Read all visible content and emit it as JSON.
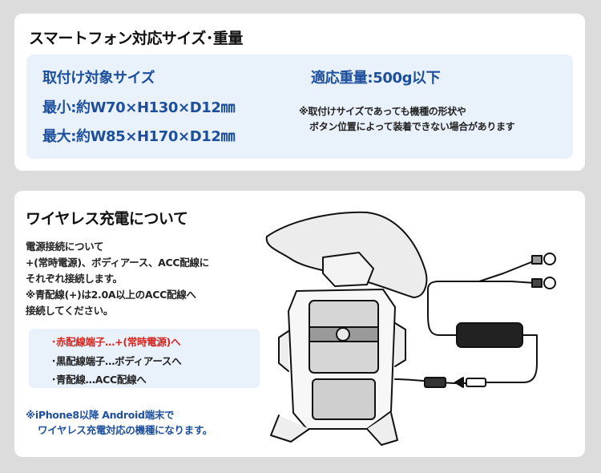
{
  "size_section": {
    "title": "スマートフォン対応サイズ･重量",
    "target_label": "取付け対象サイズ",
    "min_size": "最小:約W70×H130×D12㎜",
    "max_size": "最大:約W85×H170×D12㎜",
    "weight": "適応重量:500g以下",
    "note_line1": "※取付けサイズであっても機種の形状や",
    "note_line2": "ボタン位置によって装着できない場合があります"
  },
  "wireless_section": {
    "title": "ワイヤレス充電について",
    "body_lines": [
      "電源接続について",
      "+(常時電源)、ボディアース、ACC配線に",
      "それぞれ接続します。",
      "※青配線(+)は2.0A以上のACC配線へ",
      "接続してください。"
    ],
    "terminals": {
      "red": "･赤配線端子…+(常時電源)へ",
      "black": "･黒配線端子…ボディアースへ",
      "blue": "･青配線…ACC配線へ"
    },
    "iphone_note_line1": "※iPhone8以降 Android端末で",
    "iphone_note_line2": "ワイヤレス充電対応の機種になります。"
  },
  "colors": {
    "accent_blue": "#1e4f9c",
    "red_text": "#d8251e",
    "box_bg": "#e9f1fb",
    "page_bg": "#dcdcdc"
  }
}
